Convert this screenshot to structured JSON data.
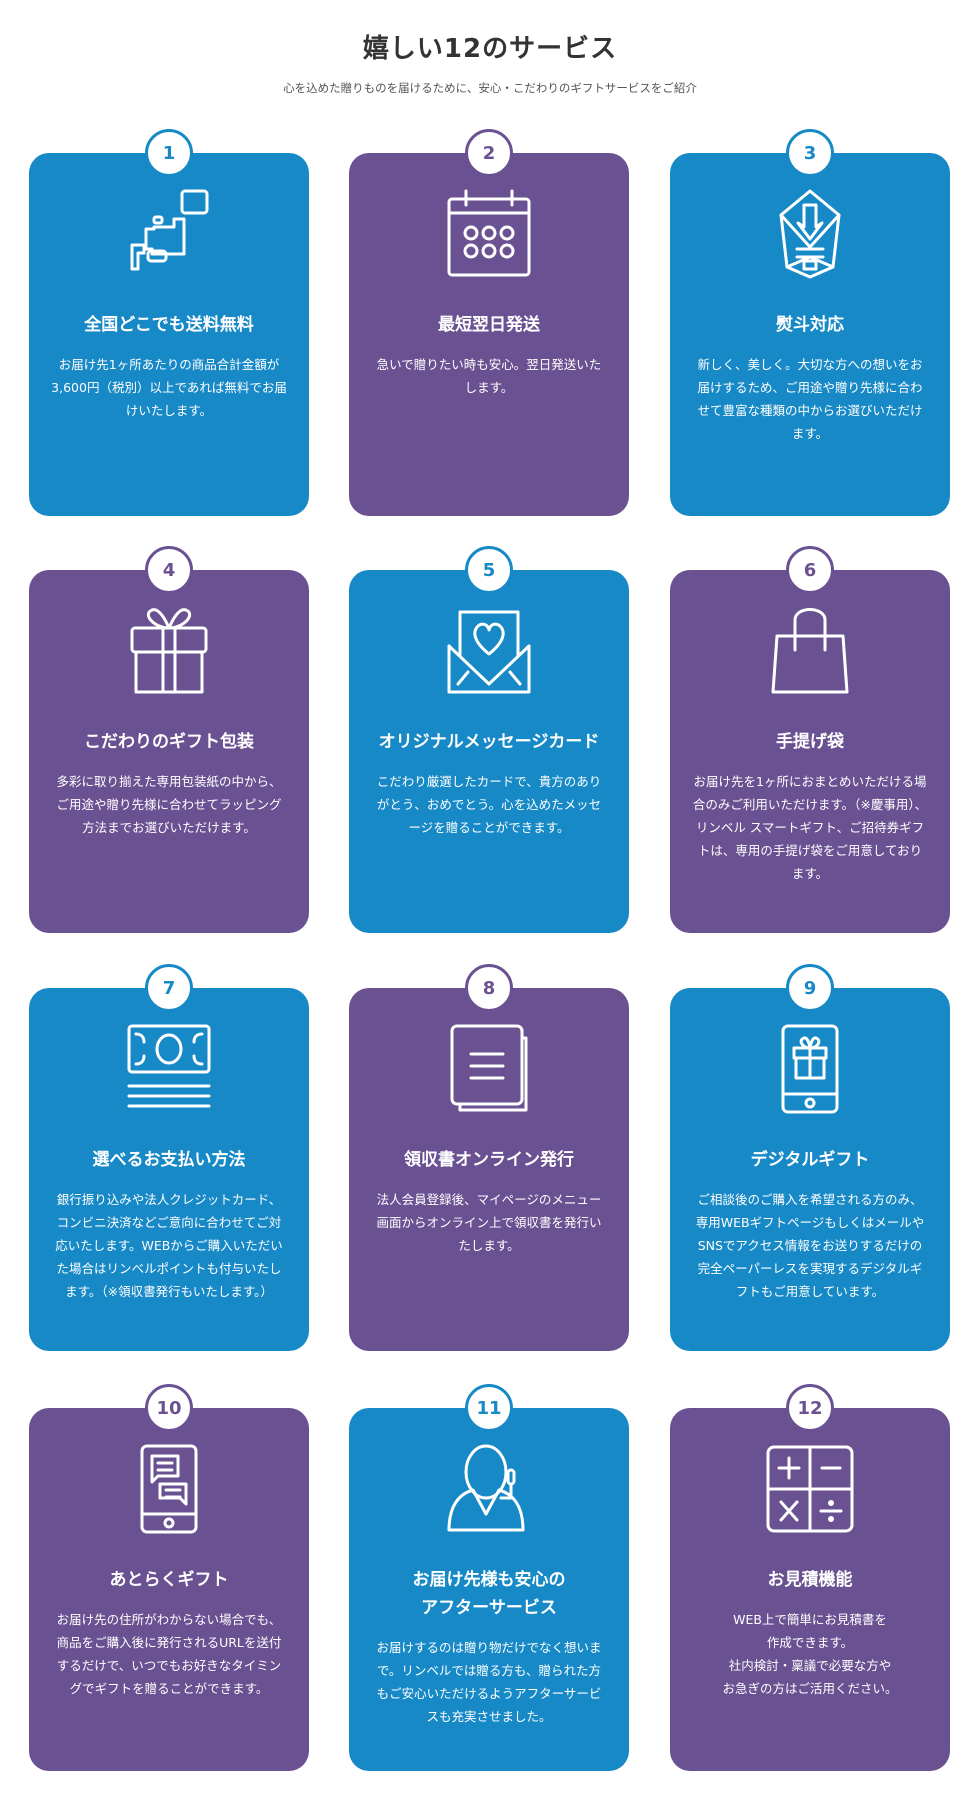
{
  "header": {
    "title": "嬉しい12のサービス",
    "subtitle": "心を込めた贈りものを届けるために、安心・こだわりのギフトサービスをご紹介"
  },
  "colors": {
    "blue": "#1789c6",
    "purple": "#6a5192"
  },
  "services": [
    {
      "number": "1",
      "icon": "japan-map-icon",
      "title": "全国どこでも送料無料",
      "text": "お届け先1ヶ所あたりの商品合計金額が3,600円（税別）以上であれば無料でお届けいたします。"
    },
    {
      "number": "2",
      "icon": "calendar-icon",
      "title": "最短翌日発送",
      "text": "急いで贈りたい時も安心。翌日発送いたします。"
    },
    {
      "number": "3",
      "icon": "noshi-icon",
      "title": "熨斗対応",
      "text": "新しく、美しく。大切な方への想いをお届けするため、ご用途や贈り先様に合わせて豊富な種類の中からお選びいただけます。"
    },
    {
      "number": "4",
      "icon": "gift-box-icon",
      "title": "こだわりのギフト包装",
      "text": "多彩に取り揃えた専用包装紙の中から、ご用途や贈り先様に合わせてラッピング方法までお選びいただけます。"
    },
    {
      "number": "5",
      "icon": "heart-envelope-icon",
      "title": "オリジナルメッセージカード",
      "text": "こだわり厳選したカードで、貴方のありがとう、おめでとう。心を込めたメッセージを贈ることができます。"
    },
    {
      "number": "6",
      "icon": "shopping-bag-icon",
      "title": "手提げ袋",
      "text": "お届け先を1ヶ所におまとめいただける場合のみご利用いただけます。（※慶事用）、リンベル スマートギフト、ご招待券ギフトは、専用の手提げ袋をご用意しております。"
    },
    {
      "number": "7",
      "icon": "banknote-icon",
      "title": "選べるお支払い方法",
      "text": "銀行振り込みや法人クレジットカード、コンビニ決済などご意向に合わせてご対応いたします。WEBからご購入いただいた場合はリンベルポイントも付与いたします。（※領収書発行もいたします。）"
    },
    {
      "number": "8",
      "icon": "receipt-document-icon",
      "title": "領収書オンライン発行",
      "text": "法人会員登録後、マイページのメニュー画面からオンライン上で領収書を発行いたします。"
    },
    {
      "number": "9",
      "icon": "smartphone-gift-icon",
      "title": "デジタルギフト",
      "text": "ご相談後のご購入を希望される方のみ、専用WEBギフトページもしくはメールやSNSでアクセス情報をお送りするだけの完全ペーパーレスを実現するデジタルギフトもご用意しています。"
    },
    {
      "number": "10",
      "icon": "smartphone-chat-icon",
      "title": "あとらくギフト",
      "text": "お届け先の住所がわからない場合でも、商品をご購入後に発行されるURLを送付するだけで、いつでもお好きなタイミングでギフトを贈ることができます。"
    },
    {
      "number": "11",
      "icon": "support-headset-icon",
      "title": "お届け先様も安心のアフターサービス",
      "title_line1": "お届け先様も安心の",
      "title_line2": "アフターサービス",
      "text": "お届けするのは贈り物だけでなく想いまで。リンベルでは贈る方も、贈られた方もご安心いただけるようアフターサービスも充実させました。"
    },
    {
      "number": "12",
      "icon": "calculator-icon",
      "title": "お見積機能",
      "text_lines": [
        "WEB上で簡単にお見積書を",
        "作成できます。",
        "社内検討・稟議で必要な方や",
        "お急ぎの方はご活用ください。"
      ]
    }
  ]
}
